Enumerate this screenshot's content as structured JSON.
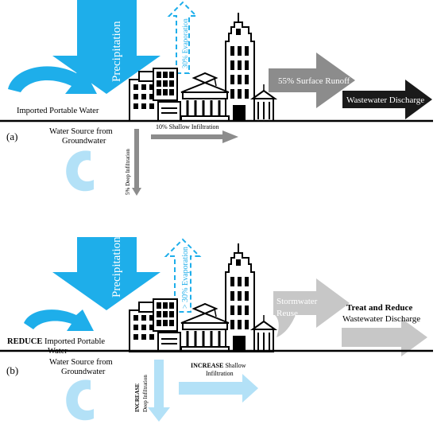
{
  "panel_a": {
    "label": "(a)",
    "precipitation": "Precipitation",
    "evaporation": "30% Evaporation",
    "imported_water": "Imported Portable Water",
    "surface_runoff": "55% Surface Runoff",
    "wastewater": "Wastewater Discharge",
    "groundwater_line1": "Water Source from",
    "groundwater_line2": "Groundwater",
    "shallow_infiltration": "10% Shallow Infiltration",
    "deep_infiltration": "5% Deep Infiltration"
  },
  "panel_b": {
    "label": "(b)",
    "precipitation": "Precipitation",
    "evaporation": "> 30% Evaporation",
    "imported_bold": "REDUCE",
    "imported_rest": " Imported Portable",
    "imported_line2": "Water",
    "stormwater_line1": "Stormwater",
    "stormwater_line2": "Reuse",
    "treat_bold": "Treat and Reduce",
    "treat_line2": "Wastewater Discharge",
    "groundwater_line1": "Water Source from",
    "groundwater_line2": "Groundwater",
    "shallow_bold": "INCREASE",
    "shallow_rest": " Shallow",
    "shallow_line2": "Infiltration",
    "deep_bold": "INCREASE",
    "deep_rest": "Deep Infiltration"
  },
  "colors": {
    "water_blue": "#1EAEEA",
    "light_blue": "#B3E1F7",
    "gray": "#8C8C8C",
    "dark_gray": "#5F5F5F",
    "black": "#1A1A1A",
    "light_gray": "#C7C7C7"
  }
}
